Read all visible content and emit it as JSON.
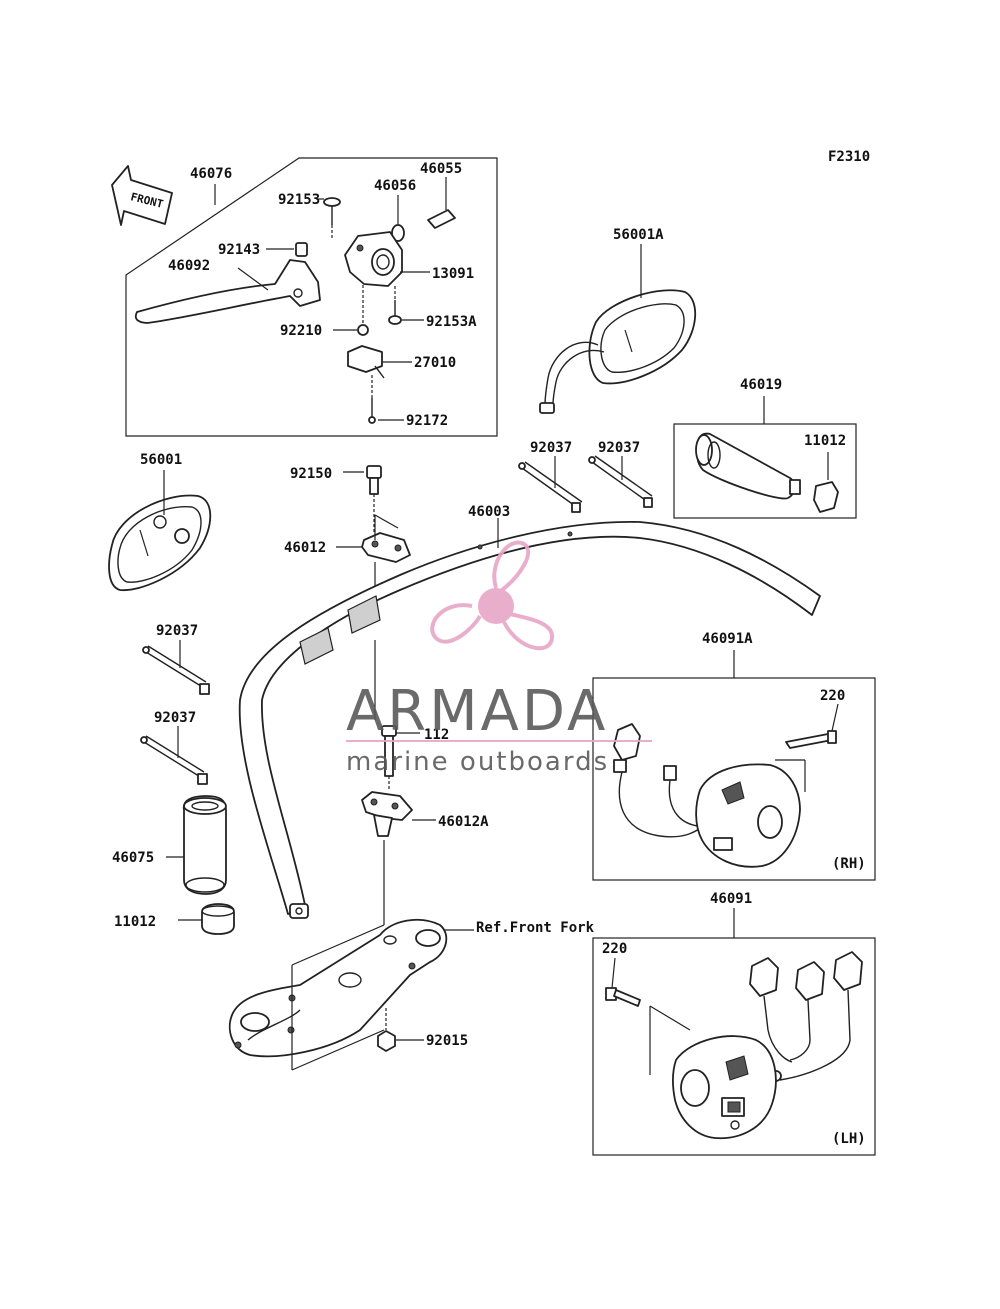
{
  "figure_code": "F2310",
  "front_arrow_text": "FRONT",
  "watermark": {
    "brand": "ARMADA",
    "tagline": "marine outboards",
    "accent": "#e8a6c8"
  },
  "labels": {
    "p46076": "46076",
    "p46055": "46055",
    "p46056": "46056",
    "p92153": "92153",
    "p92143": "92143",
    "p46092": "46092",
    "p13091": "13091",
    "p92210": "92210",
    "p92153A": "92153A",
    "p27010": "27010",
    "p92172": "92172",
    "p56001A": "56001A",
    "p46019": "46019",
    "p11012a": "11012",
    "p92037a": "92037",
    "p92037b": "92037",
    "p56001": "56001",
    "p92150": "92150",
    "p46012": "46012",
    "p46003": "46003",
    "p92037c": "92037",
    "p92037d": "92037",
    "p46091A": "46091A",
    "p220a": "220",
    "p112": "112",
    "p46012A": "46012A",
    "p46075": "46075",
    "p11012b": "11012",
    "pRH": "(RH)",
    "p46091": "46091",
    "pRefFork": "Ref.Front Fork",
    "p220b": "220",
    "p92015": "92015",
    "pLH": "(LH)"
  }
}
